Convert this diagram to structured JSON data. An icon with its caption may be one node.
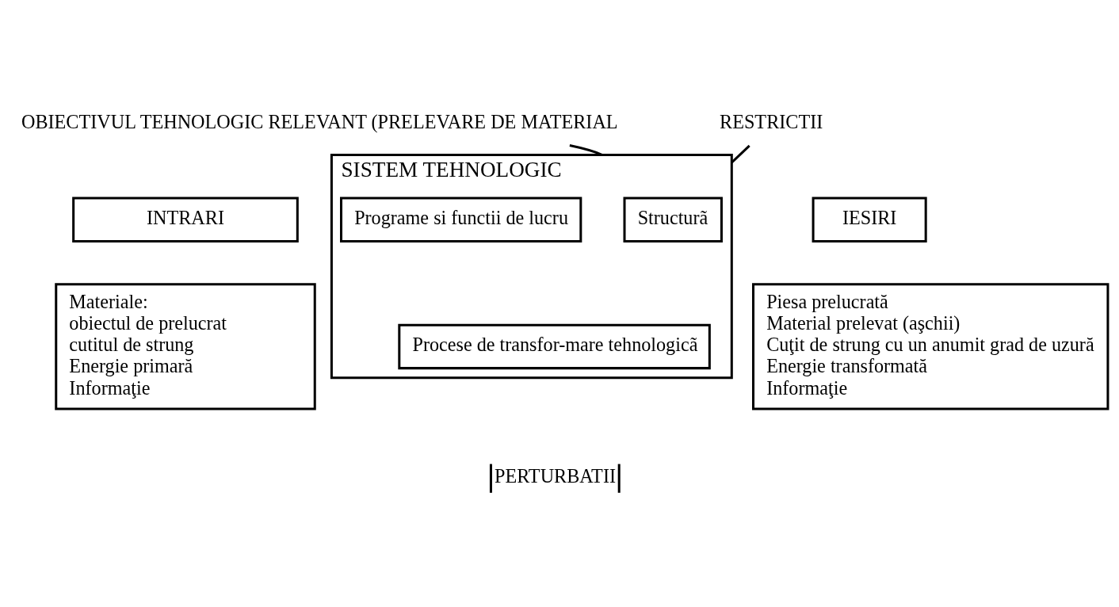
{
  "diagram": {
    "nodes": [
      {
        "text": [
          "OBIECTIVUL TEHNOLOGIC RELEVANT (PRELEVARE DE MATERIAL"
        ]
      },
      {
        "text": [
          "RESTRICTII"
        ]
      },
      {
        "text": [
          "INTRARI"
        ]
      },
      {
        "text": [
          "Materiale:",
          "obiectul de prelucrat",
          "cutitul de strung",
          "Energie primară",
          "Informaţie"
        ]
      },
      {
        "text": [
          "SISTEM TEHNOLOGIC"
        ]
      },
      {
        "text": [
          "Structurã"
        ],
        "in": 4
      },
      {
        "text": [
          "Programe si functii de lucru"
        ],
        "in": 4
      },
      {
        "text": [
          "Procese de transfor-mare tehnologicã"
        ],
        "in": 4
      },
      {
        "text": [
          "IESIRI"
        ]
      },
      {
        "text": [
          "Piesa prelucrată",
          "Material prelevat (aşchii)",
          "Cuţit de strung cu un anumit grad de uzură",
          "Energie transformată",
          "Informaţie"
        ]
      }
    ],
    "edges": [
      {
        "from": 0,
        "to": 4,
        "arrow": "none"
      },
      {
        "from": 1,
        "to": 4,
        "arrow": "none"
      }
    ],
    "labels": [
      "PERTURBATII"
    ]
  }
}
